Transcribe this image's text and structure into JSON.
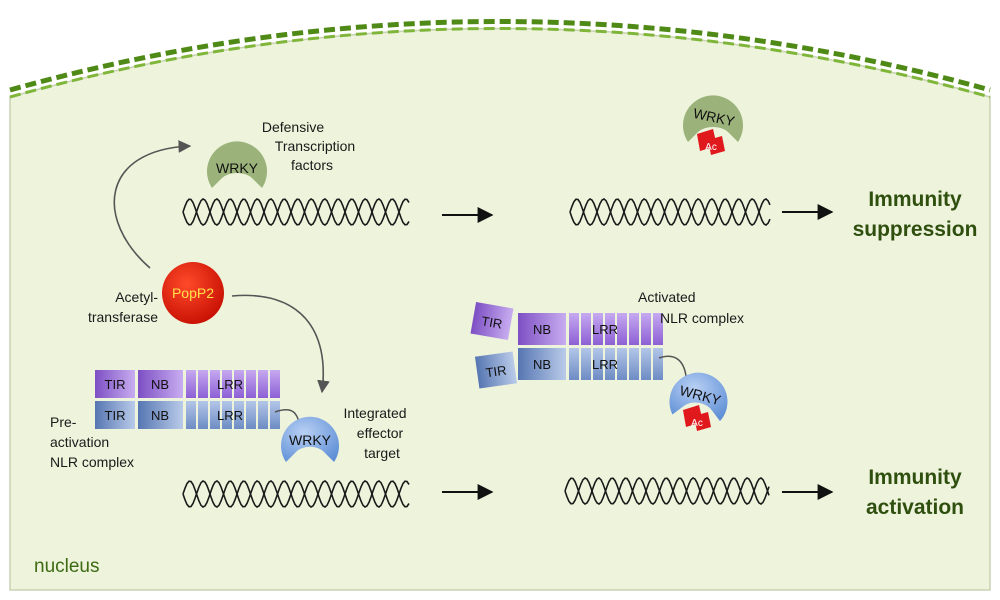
{
  "labels": {
    "defensive_tf": [
      "Defensive",
      "Transcription",
      "factors"
    ],
    "acetyl": [
      "Acetyl-",
      "transferase"
    ],
    "popp2": "PopP2",
    "pre_activation": [
      "Pre-",
      "activation",
      "NLR complex"
    ],
    "integrated": [
      "Integrated",
      "effector",
      "target"
    ],
    "activated": [
      "Activated",
      "NLR complex"
    ],
    "immunity_suppression": [
      "Immunity",
      "suppression"
    ],
    "immunity_activation": [
      "Immunity",
      "activation"
    ],
    "nucleus": "nucleus",
    "wrky": "WRKY",
    "tir": "TIR",
    "nb": "NB",
    "lrr": "LRR",
    "ac": "Ac"
  },
  "colors": {
    "nucleus_fill": "#eef3dc",
    "membrane": "#5c9a1e",
    "wrky_green": "#9bb37a",
    "wrky_blue": "#7ba6df",
    "popp2_red": "#dd1a08",
    "ac_red": "#e0191d",
    "tir_purple": "#9b6fd8",
    "tir_blue": "#7391c8",
    "lrr_purple": "#a17be0",
    "lrr_blue": "#7e98cf",
    "dna": "#1a1a1a",
    "text_green": "#2f4f0f"
  }
}
